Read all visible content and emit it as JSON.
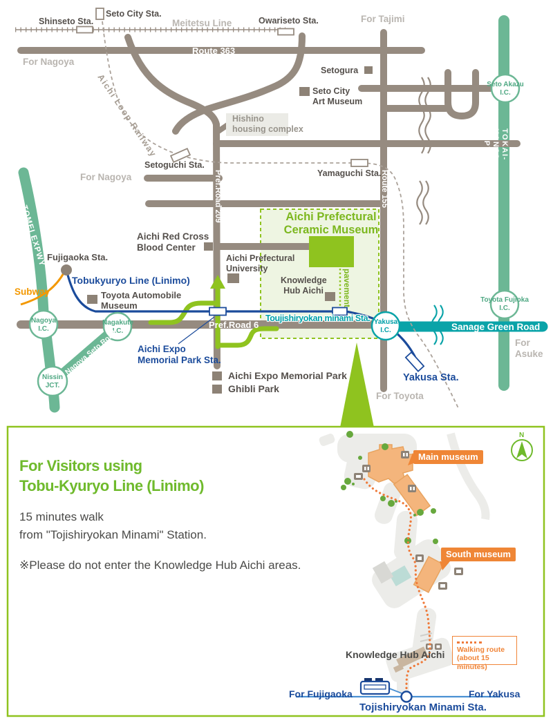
{
  "map": {
    "shinseto": "Shinseto Sta.",
    "seto_city": "Seto City Sta.",
    "meitetsu_line": "Meitetsu Line",
    "owariseto": "Owariseto Sta.",
    "for_tajimi": "For Tajimi",
    "route_363": "Route 363",
    "for_nagoya_top": "For Nagoya",
    "setogura": "Setogura",
    "seto_city_art": "Seto City\nArt Museum",
    "hishino": "Hishino\nhousing complex",
    "aichi_loop_railway": "Aichi Loop Railway",
    "setoguchi": "Setoguchi Sta.",
    "for_nagoya_mid": "For Nagoya",
    "yamaguchi": "Yamaguchi Sta.",
    "pref_road_209": "Pref.Road 209",
    "route_155": "Route 155",
    "seto_akazu_ic": "Seto Akazu\nI.C.",
    "tokai_kanjo": "TOKAI-KANJO EXPWY",
    "blood_center": "Aichi Red Cross\nBlood Center",
    "university": "Aichi Prefectural\nUniversity",
    "museum_title": "Aichi Prefectural\nCeramic Museum",
    "pavement": "pavement",
    "knowledge_hub": "Knowledge\nHub Aichi",
    "toujishiryokan": "Toujishiryokan minami Sta.",
    "fujigaoka": "Fujigaoka Sta.",
    "tobukyuryo": "Tobukyuryo Line (Linimo)",
    "subway": "Subway",
    "toyota_automobile": "Toyota Automobile\nMuseum",
    "tomei": "TOMEI EXPWY",
    "nagoya_ic": "Nagoya\nI.C.",
    "nagakute_ic": "Nagakute\nI.C.",
    "nissin_jct": "Nissin\nJCT.",
    "nagoya_seto_road": "Nagoya Seto Road",
    "pref_road_6": "Pref.Road 6",
    "aichi_expo_sta": "Aichi Expo\nMemorial Park Sta.",
    "aichi_expo_park": "Aichi Expo Memorial Park",
    "ghibli_park": "Ghibli Park",
    "yakusa_ic": "Yakusa\nI.C.",
    "sanage": "Sanage Green Road",
    "toyota_fujioka_ic": "Toyota Fujioka\nI.C.",
    "for_asuke": "For\nAsuke",
    "yakusa_sta": "Yakusa Sta.",
    "for_toyota": "For Toyota"
  },
  "inset": {
    "heading": "For Visitors using\nTobu-Kyuryo Line (Linimo)",
    "walk_info": "15 minutes walk\nfrom \"Tojishiryokan Minami\" Station.",
    "note": "※Please do not enter the Knowledge Hub Aichi areas.",
    "main_museum": "Main museum",
    "south_museum": "South museum",
    "knowledge_hub": "Knowledge Hub Aichi",
    "walking_route": "Walking route\n(about 15 minutes)",
    "for_fujigaoka": "For Fujigaoka",
    "for_yakusa": "For Yakusa",
    "station": "Tojishiryokan Minami Sta.",
    "compass_n": "N"
  },
  "colors": {
    "road": "#968b80",
    "expressway_green": "#6cb795",
    "teal": "#00a0a8",
    "linimo_blue": "#1b4b9b",
    "route_green": "#8fc31f",
    "subway_orange": "#f39800",
    "inset_orange": "#ef8636"
  }
}
